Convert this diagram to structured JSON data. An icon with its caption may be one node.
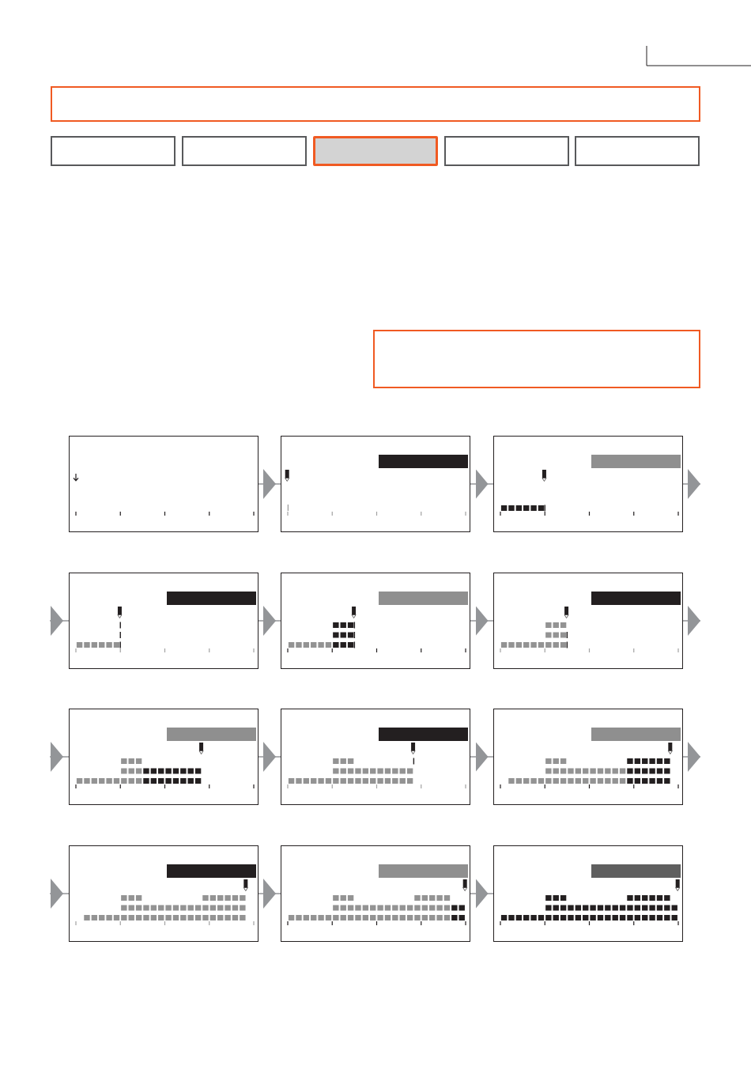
{
  "diagram": {
    "nodes": [
      {
        "text": [],
        "shape": "box"
      },
      {
        "text": [],
        "shape": "box"
      },
      {
        "text": [],
        "shape": "box"
      },
      {
        "text": [],
        "shape": "box"
      },
      {
        "text": [],
        "shape": "box"
      },
      {
        "text": [],
        "shape": "box"
      },
      {
        "text": [],
        "shape": "box"
      },
      {
        "text": [],
        "shape": "picture"
      },
      {
        "text": [],
        "shape": "picture"
      },
      {
        "text": [],
        "shape": "picture"
      },
      {
        "text": [],
        "shape": "picture"
      },
      {
        "text": [],
        "shape": "picture"
      },
      {
        "text": [],
        "shape": "picture"
      },
      {
        "text": [],
        "shape": "picture"
      },
      {
        "text": [],
        "shape": "picture"
      },
      {
        "text": [],
        "shape": "picture"
      },
      {
        "text": [],
        "shape": "picture"
      },
      {
        "text": [],
        "shape": "picture"
      },
      {
        "text": [],
        "shape": "picture"
      }
    ],
    "edges": [
      {
        "from": 7,
        "to": 8,
        "arrow": "to"
      },
      {
        "from": 8,
        "to": 9,
        "arrow": "to"
      },
      {
        "from": 9,
        "to": null,
        "arrow": "to"
      },
      {
        "from": null,
        "to": 10,
        "arrow": "to"
      },
      {
        "from": 10,
        "to": 11,
        "arrow": "to"
      },
      {
        "from": 11,
        "to": 12,
        "arrow": "to"
      },
      {
        "from": 12,
        "to": null,
        "arrow": "to"
      },
      {
        "from": null,
        "to": 13,
        "arrow": "to"
      },
      {
        "from": 13,
        "to": 14,
        "arrow": "to"
      },
      {
        "from": 14,
        "to": 15,
        "arrow": "to"
      },
      {
        "from": 15,
        "to": null,
        "arrow": "to"
      },
      {
        "from": null,
        "to": 16,
        "arrow": "to"
      },
      {
        "from": 16,
        "to": 17,
        "arrow": "to"
      },
      {
        "from": 17,
        "to": 18,
        "arrow": "to"
      }
    ]
  }
}
